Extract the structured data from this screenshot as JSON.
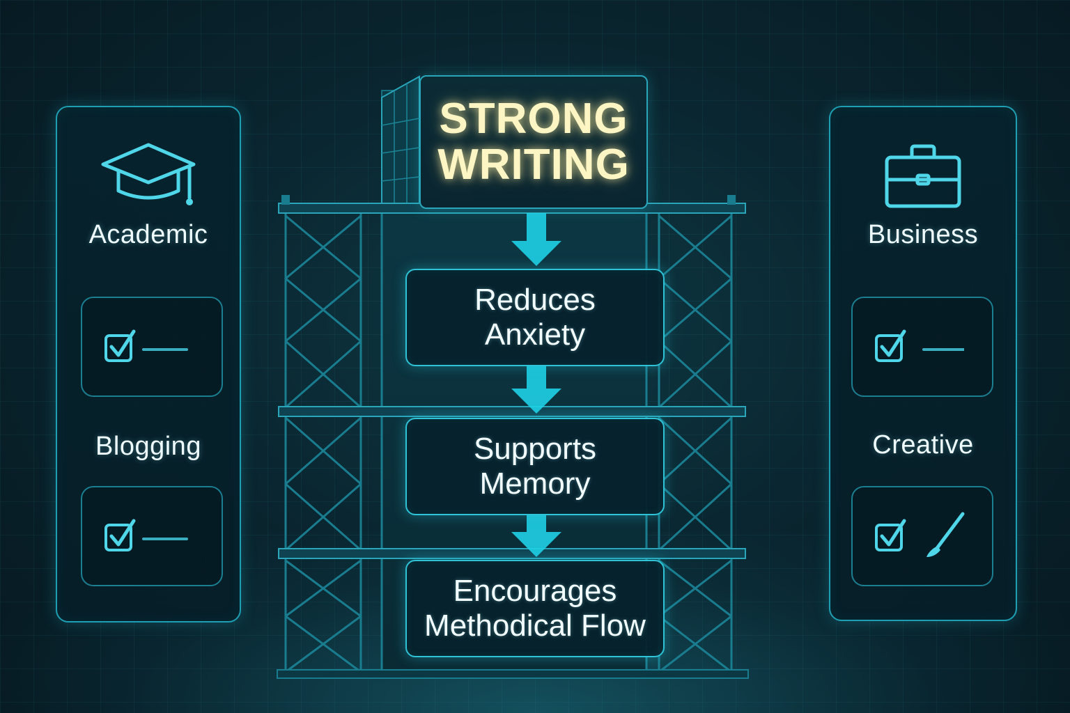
{
  "title": {
    "line1": "STRONG",
    "line2": "WRITING"
  },
  "steps": [
    {
      "line1": "Reduces",
      "line2": "Anxiety"
    },
    {
      "line1": "Supports",
      "line2": "Memory"
    },
    {
      "line1": "Encourages",
      "line2": "Methodical Flow"
    }
  ],
  "left_panel": {
    "icon": "graduation-cap-icon",
    "categories": [
      "Academic",
      "Blogging"
    ]
  },
  "right_panel": {
    "icon": "briefcase-icon",
    "categories": [
      "Business",
      "Creative"
    ]
  },
  "colors": {
    "accent": "#2ec3d6",
    "arrow": "#1fd0e6",
    "title_text": "#fdf6c4",
    "background": "#0a2630"
  }
}
